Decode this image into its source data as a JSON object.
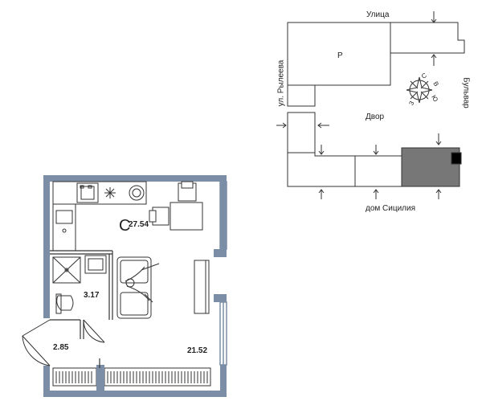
{
  "apartment": {
    "total_area": "27.54",
    "bathroom_area": "3.17",
    "hall_area": "2.85",
    "living_area": "21.52",
    "total_area_letter": "C"
  },
  "site_plan": {
    "street_top": "Улица",
    "street_left": "ул. Рылеева",
    "street_right": "Бульвар",
    "yard": "Двор",
    "building_letter": "Р",
    "street_bottom": "дом Сицилия",
    "compass": {
      "n": "С",
      "e": "В",
      "s": "Ю",
      "w": "З"
    }
  },
  "colors": {
    "wall": "#7b8ea6",
    "wall_dark": "#5b6d85",
    "highlight": "#777777",
    "line": "#333333"
  }
}
